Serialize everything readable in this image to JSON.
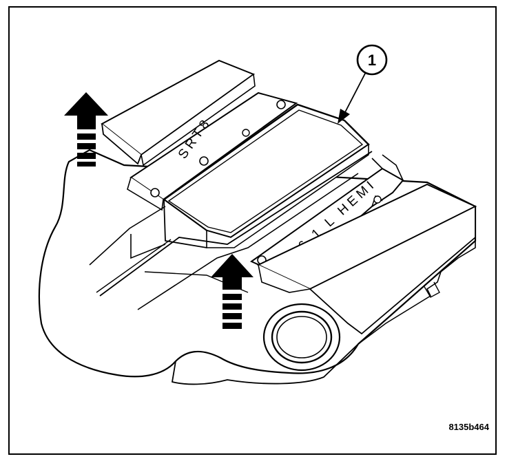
{
  "callout": {
    "number": "1"
  },
  "figure": {
    "code": "8135b464"
  },
  "cover_text": {
    "left": "SRT8",
    "right": "6.1 L HEMI"
  },
  "colors": {
    "ink": "#000000",
    "paper": "#ffffff"
  }
}
